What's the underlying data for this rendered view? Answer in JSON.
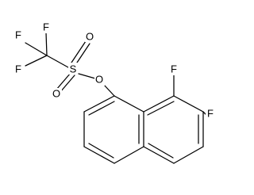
{
  "molecule": {
    "atoms": {
      "f_top": "F",
      "f_left": "F",
      "f_lower": "F",
      "s": "S",
      "o_upper": "O",
      "o_lower": "O",
      "o_ester": "O",
      "f_ring_top": "F",
      "f_ring_right": "F"
    },
    "colors": {
      "bond": "#000000",
      "label": "#000000",
      "background": "#ffffff"
    }
  }
}
